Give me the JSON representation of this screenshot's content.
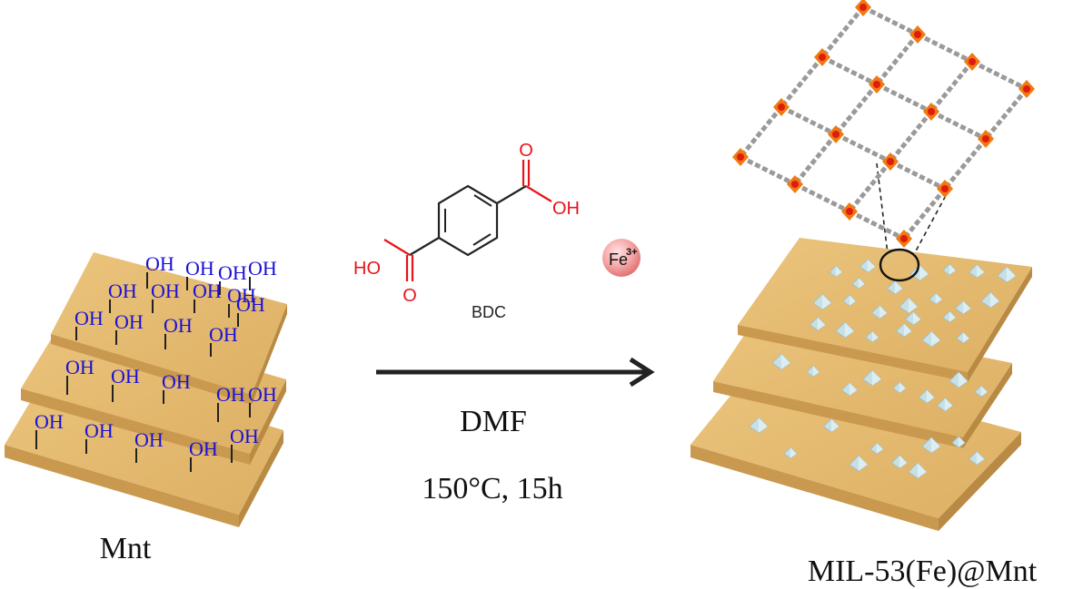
{
  "left_label": "Mnt",
  "right_label": "MIL-53(Fe)@Mnt",
  "hydroxyl": "OH",
  "linker": {
    "name": "BDC",
    "oh_left": "HO",
    "oh_right": "OH",
    "oxygen": "O",
    "color": "#e8141b"
  },
  "metal": {
    "label": "Fe",
    "charge": "3+"
  },
  "conditions": {
    "solvent": "DMF",
    "temp_time": "150°C, 15h"
  },
  "colors": {
    "sheet_top": "#e4b96f",
    "sheet_side": "#c9994f",
    "oh_text": "#1a10d6",
    "crystal": "#c7e0e6",
    "framework_node": "#f07a10",
    "framework_link": "#9a9a9a"
  }
}
